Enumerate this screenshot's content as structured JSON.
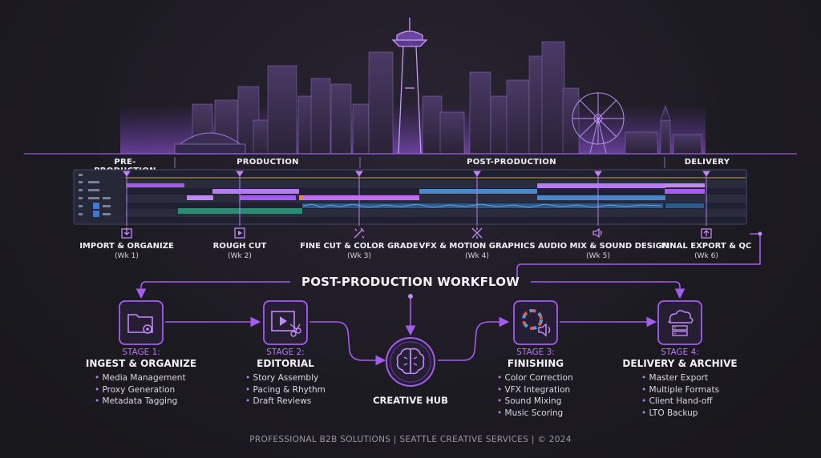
{
  "phases": [
    {
      "label": "PRE-PRODUCTION"
    },
    {
      "label": "PRODUCTION"
    },
    {
      "label": "POST-PRODUCTION"
    },
    {
      "label": "DELIVERY"
    }
  ],
  "milestones": [
    {
      "title": "IMPORT & ORGANIZE",
      "week": "(Wk 1)",
      "icon": "import-icon"
    },
    {
      "title": "ROUGH CUT",
      "week": "(Wk 2)",
      "icon": "film-icon"
    },
    {
      "title": "FINE CUT & COLOR GRADE",
      "week": "(Wk 3)",
      "icon": "color-wand-icon"
    },
    {
      "title": "VFX & MOTION GRAPHICS",
      "week": "(Wk 4)",
      "icon": "vfx-icon"
    },
    {
      "title": "AUDIO MIX & SOUND DESIGN",
      "week": "(Wk 5)",
      "icon": "speaker-icon"
    },
    {
      "title": "FINAL EXPORT & QC",
      "week": "(Wk 6)",
      "icon": "export-icon"
    }
  ],
  "workflow": {
    "title": "POST-PRODUCTION WORKFLOW",
    "hub_label": "CREATIVE HUB",
    "stages": [
      {
        "number": "STAGE 1:",
        "name": "INGEST & ORGANIZE",
        "icon": "folder-gear-icon",
        "bullets": [
          "Media Management",
          "Proxy Generation",
          "Metadata Tagging"
        ]
      },
      {
        "number": "STAGE 2:",
        "name": "EDITORIAL",
        "icon": "film-scissors-icon",
        "bullets": [
          "Story Assembly",
          "Pacing & Rhythm",
          "Draft Reviews"
        ]
      },
      {
        "number": "STAGE 3:",
        "name": "FINISHING",
        "icon": "color-wheel-speaker-icon",
        "bullets": [
          "Color Correction",
          "VFX Integration",
          "Sound Mixing",
          "Music Scoring"
        ]
      },
      {
        "number": "STAGE 4:",
        "name": "DELIVERY & ARCHIVE",
        "icon": "cloud-server-icon",
        "bullets": [
          "Master Export",
          "Multiple Formats",
          "Client Hand-off",
          "LTO Backup"
        ]
      }
    ]
  },
  "footer": "PROFESSIONAL B2B SOLUTIONS  |  SEATTLE CREATIVE SERVICES  |  © 2024",
  "colors": {
    "accent": "#a45cf0",
    "accent_light": "#c08af5",
    "blue_clip": "#4a86c8",
    "green_clip": "#2e8a72",
    "background": "#1d1b22"
  }
}
